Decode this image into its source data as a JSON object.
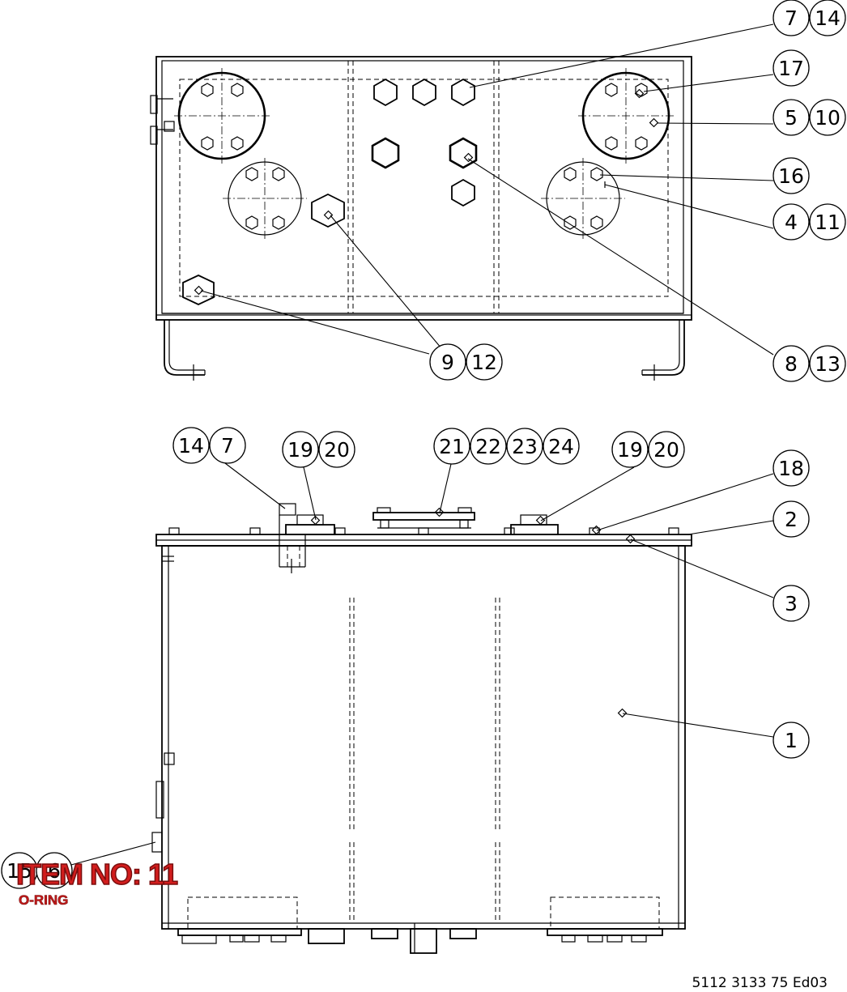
{
  "top_view": {
    "balloons": [
      {
        "id": "b-7-14",
        "numbers": [
          "7",
          "14"
        ]
      },
      {
        "id": "b-17",
        "numbers": [
          "17"
        ]
      },
      {
        "id": "b-5-10",
        "numbers": [
          "5",
          "10"
        ]
      },
      {
        "id": "b-16",
        "numbers": [
          "16"
        ]
      },
      {
        "id": "b-4-11",
        "numbers": [
          "4",
          "11"
        ]
      },
      {
        "id": "b-9-12",
        "numbers": [
          "9",
          "12"
        ]
      },
      {
        "id": "b-8-13",
        "numbers": [
          "8",
          "13"
        ]
      }
    ]
  },
  "side_view": {
    "balloons": [
      {
        "id": "b-14-7",
        "numbers": [
          "14",
          "7"
        ]
      },
      {
        "id": "b-19-20-left",
        "numbers": [
          "19",
          "20"
        ]
      },
      {
        "id": "b-21-24",
        "numbers": [
          "21",
          "22",
          "23",
          "24"
        ]
      },
      {
        "id": "b-19-20-right",
        "numbers": [
          "19",
          "20"
        ]
      },
      {
        "id": "b-18",
        "numbers": [
          "18"
        ]
      },
      {
        "id": "b-2",
        "numbers": [
          "2"
        ]
      },
      {
        "id": "b-3",
        "numbers": [
          "3"
        ]
      },
      {
        "id": "b-1",
        "numbers": [
          "1"
        ]
      },
      {
        "id": "b-15-6",
        "numbers": [
          "15",
          "6"
        ]
      }
    ]
  },
  "highlight": {
    "title": "ITEM NO: 11",
    "description": "O-RING",
    "color": "#d21d1d"
  },
  "document_number": "5112 3133 75 Ed03"
}
